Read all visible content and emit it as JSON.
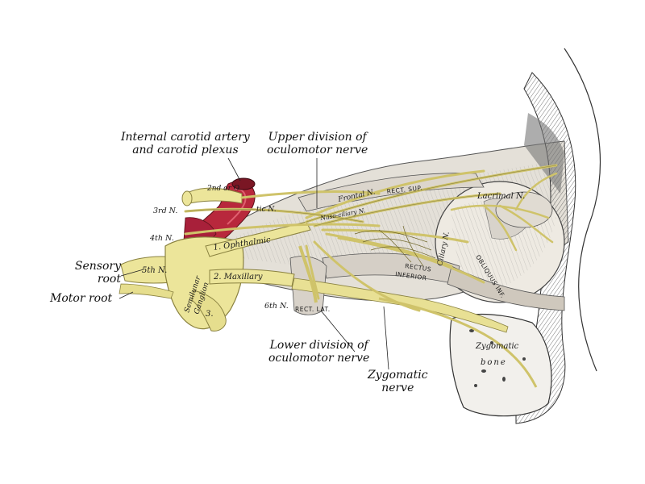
{
  "callouts": {
    "internal_carotid": {
      "line1": "Internal carotid artery",
      "line2": "and carotid plexus"
    },
    "upper_oculomotor": {
      "line1": "Upper division of",
      "line2": "oculomotor nerve"
    },
    "sensory_root": {
      "line1": "Sensory",
      "line2": "root"
    },
    "motor_root": "Motor root",
    "lower_oculomotor": {
      "line1": "Lower division of",
      "line2": "oculomotor nerve"
    },
    "zygomatic_nerve": {
      "line1": "Zygomatic",
      "line2": "nerve"
    }
  },
  "in_figure": {
    "third_nerve": "3rd N.",
    "fourth_nerve": "4th N.",
    "fifth_nerve": "5th N.",
    "sixth_nerve": "6th N.",
    "second_or_optic": "2nd or O",
    "ophthalmic": "1. Ophthalmic",
    "maxillary": "2. Maxillary",
    "mandibular": "3.",
    "semilunar_ganglion": {
      "line1": "Semilunar",
      "line2": "Ganglion"
    },
    "frontal_nerve": "Frontal N.",
    "nasociliary_nerve": "Naso-ciliary N.",
    "optic_fragment": "tic N.",
    "rect_sup": "RECT. SUP.",
    "lacrimal_nerve": "Lacrimal N.",
    "ciliary_nerve": "Ciliary N.",
    "rectus_inferior": {
      "line1": "RECTUS",
      "line2": "INFERIOR"
    },
    "obliquus_inf": "OBLIQUUS INF.",
    "rect_lat": "RECT. LAT.",
    "zygomatic_bone": {
      "line1": "Zygomatic",
      "line2": "bone"
    }
  },
  "colors": {
    "nerve": "#ece59a",
    "nerve_stroke": "#8a8240",
    "artery": "#b8283c",
    "muscle": "#d9d4cc",
    "bone": "#f4f2ee",
    "ink": "#1a1a1a"
  }
}
